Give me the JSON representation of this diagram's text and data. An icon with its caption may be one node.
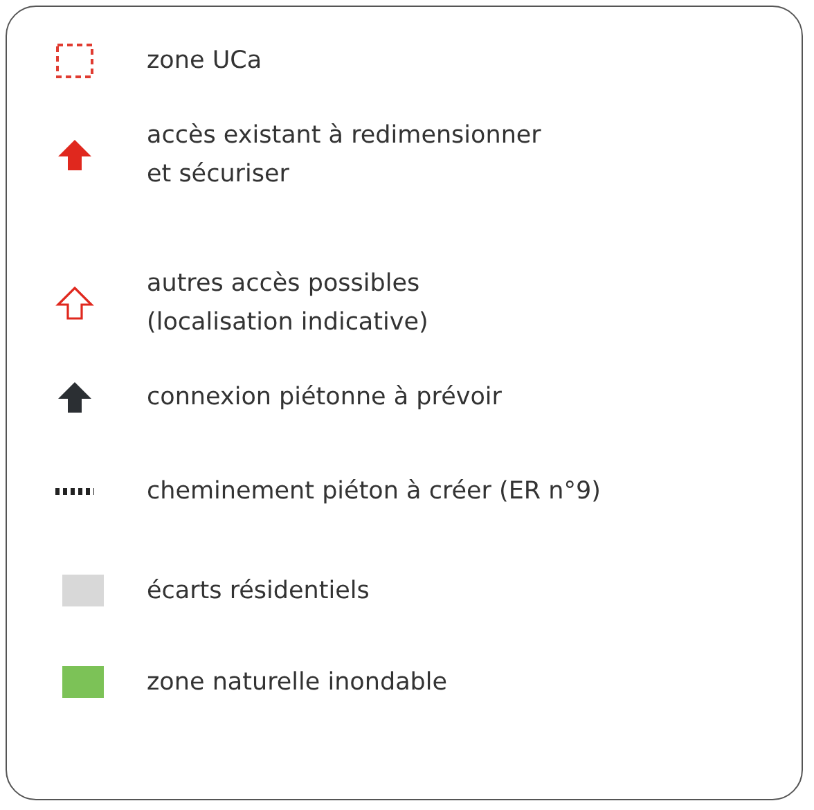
{
  "diagram": {
    "legend": [
      {
        "text": "zone UCa"
      },
      {
        "text": "accès existant à redimensionner et sécuriser"
      },
      {
        "text": "autres accès possibles (localisation indicative)"
      },
      {
        "text": "connexion piétonne à prévoir"
      },
      {
        "text": "cheminement piéton à créer (ER n°9)"
      },
      {
        "text": "écarts résidentiels",
        "color": "#d8d8d8"
      },
      {
        "text": "zone naturelle inondable",
        "color": "#7cc257"
      }
    ]
  }
}
